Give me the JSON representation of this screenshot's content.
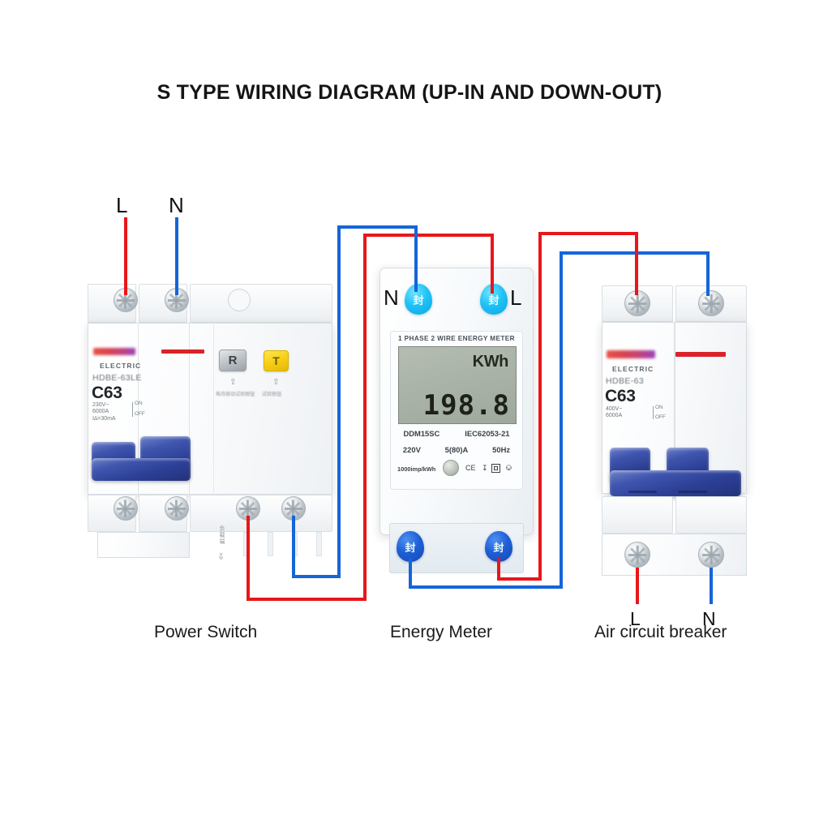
{
  "title": "S TYPE WIRING DIAGRAM (UP-IN AND DOWN-OUT)",
  "terminal_labels": {
    "switch_in_l": "L",
    "switch_in_n": "N",
    "meter_top_n": "N",
    "meter_top_l": "L",
    "breaker_out_l": "L",
    "breaker_out_n": "N"
  },
  "captions": {
    "power_switch": "Power Switch",
    "energy_meter": "Energy Meter",
    "air_breaker": "Air circuit breaker"
  },
  "power_switch": {
    "brand_sub": "ELECTRIC",
    "model": "HDBE-63LE",
    "rating": "C63",
    "spec": "230V~\n6000A\nI∆=30mA",
    "on": "ON",
    "off": "OFF",
    "reset_button": "R",
    "test_button": "T",
    "reset_caption": "每月按动试验按钮",
    "test_caption": "试验按钮",
    "load_marking": "负载端"
  },
  "air_breaker": {
    "brand_sub": "ELECTRIC",
    "model": "HDBE-63",
    "rating": "C63",
    "spec": "400V~\n6000A",
    "on": "ON",
    "off": "OFF"
  },
  "energy_meter": {
    "header": "1 PHASE 2 WIRE ENERGY  METER",
    "lcd_unit": "KWh",
    "lcd_value": "198.8",
    "model": "DDM15SC",
    "standard": "IEC62053-21",
    "voltage": "220V",
    "current": "5(80)A",
    "frequency": "50Hz",
    "impulse": "1000imp/kWh",
    "symbols": "CE",
    "seal_char": "封"
  },
  "colors": {
    "live_wire": "#e8171a",
    "neutral_wire": "#1565d8",
    "handle": "#2c3f95",
    "stripe": "#d9232a",
    "seal_top": "#21c2f5",
    "seal_bottom": "#1f5fd6"
  }
}
